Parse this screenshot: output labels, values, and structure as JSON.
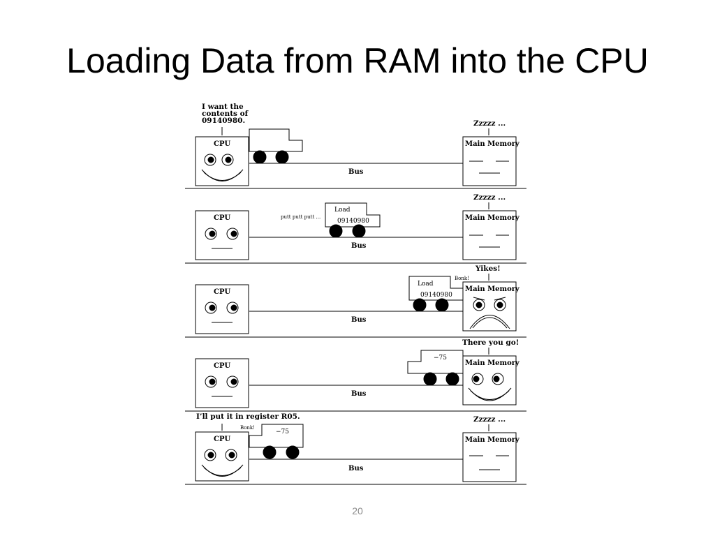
{
  "slide": {
    "title": "Loading Data from RAM into the CPU",
    "page_number": "20"
  },
  "labels": {
    "cpu": "CPU",
    "memory": "Main Memory",
    "bus": "Bus"
  },
  "panels": [
    {
      "cpu_caption": [
        "I want the",
        "contents of",
        "09140980."
      ],
      "mem_caption": "Zzzzz ...",
      "truck_text": []
    },
    {
      "mem_caption": "Zzzzz ...",
      "sound": "putt putt putt ...",
      "truck_text": [
        "Load",
        "09140980"
      ]
    },
    {
      "mem_caption": "Yikes!",
      "sound": "Bonk!",
      "truck_text": [
        "Load",
        "09140980"
      ]
    },
    {
      "mem_caption": "There you go!",
      "truck_text": [
        "−75"
      ]
    },
    {
      "cpu_caption": [
        "I’ll put it in register R05."
      ],
      "mem_caption": "Zzzzz ...",
      "sound": "Bonk!",
      "truck_text": [
        "−75"
      ]
    }
  ]
}
